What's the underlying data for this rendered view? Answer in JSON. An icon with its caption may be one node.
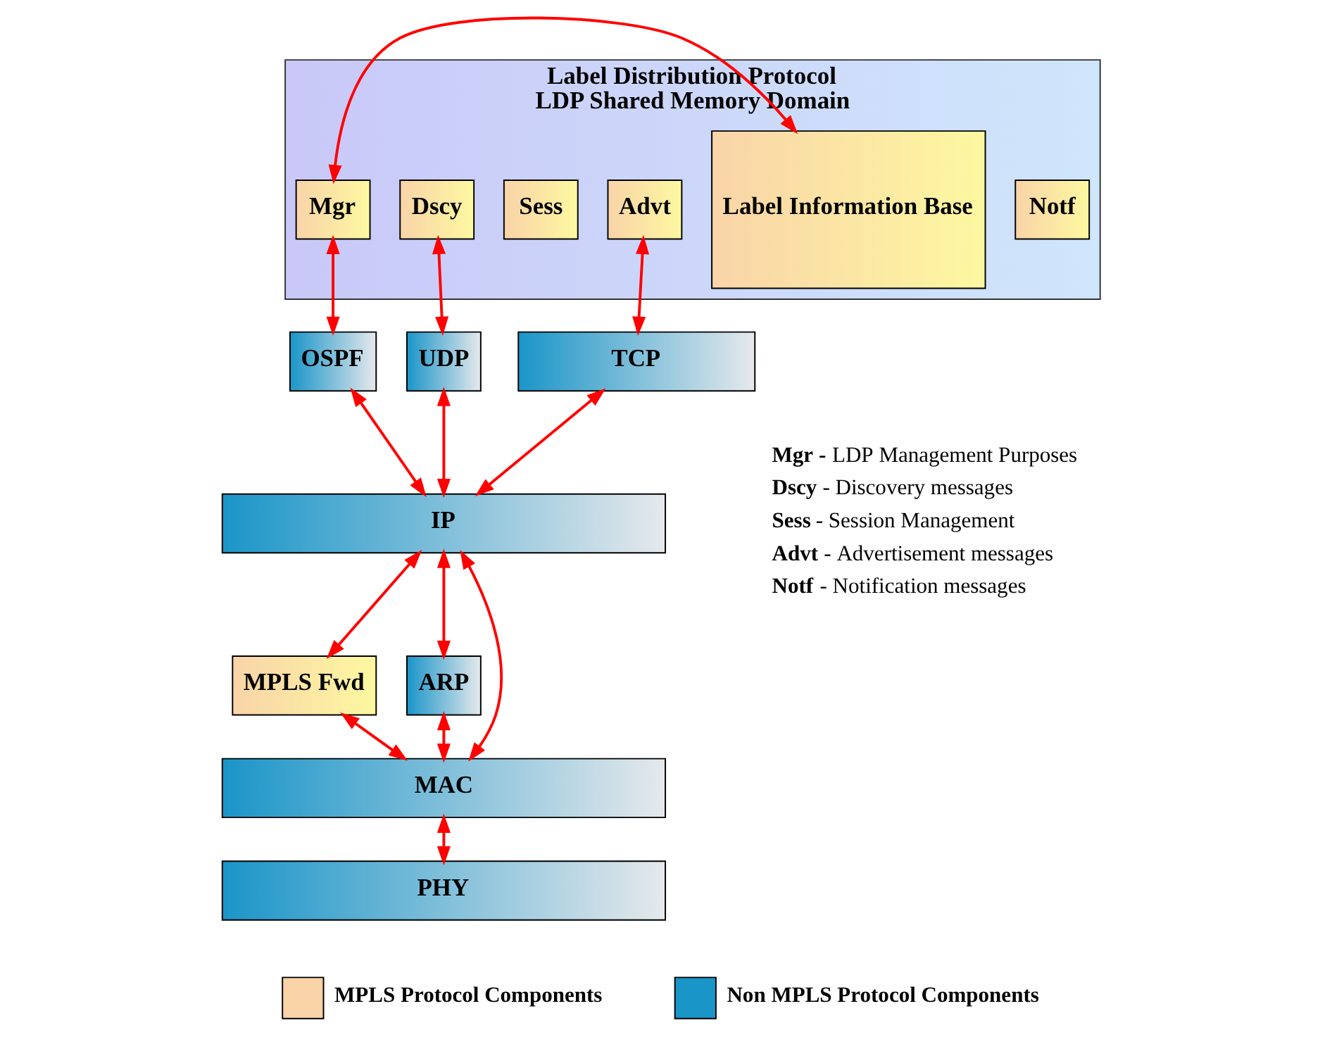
{
  "diagram": {
    "nodes": [
      {
        "text": [
          "Label Distribution Protocol",
          "LDP Shared Memory Domain"
        ]
      },
      {
        "text": [
          "Label Information Base"
        ],
        "in": 0
      },
      {
        "text": [
          "Mgr"
        ],
        "in": 0
      },
      {
        "text": [
          "Dscy"
        ],
        "in": 0
      },
      {
        "text": [
          "Sess"
        ],
        "in": 0
      },
      {
        "text": [
          "Advt"
        ],
        "in": 0
      },
      {
        "text": [
          "Notf"
        ],
        "in": 0
      },
      {
        "text": [
          "OSPF"
        ]
      },
      {
        "text": [
          "UDP"
        ]
      },
      {
        "text": [
          "TCP"
        ]
      },
      {
        "text": [
          "IP"
        ]
      },
      {
        "text": [
          "MPLS Fwd"
        ]
      },
      {
        "text": [
          "ARP"
        ]
      },
      {
        "text": [
          "MAC"
        ]
      },
      {
        "text": [
          "PHY"
        ]
      }
    ],
    "edges": [
      {
        "from": 1,
        "to": 2,
        "arrow": "both"
      },
      {
        "from": 2,
        "to": 7,
        "arrow": "both"
      },
      {
        "from": 3,
        "to": 8,
        "arrow": "both"
      },
      {
        "from": 5,
        "to": 9,
        "arrow": "both"
      },
      {
        "from": 7,
        "to": 10,
        "arrow": "both"
      },
      {
        "from": 8,
        "to": 10,
        "arrow": "both"
      },
      {
        "from": 9,
        "to": 10,
        "arrow": "both"
      },
      {
        "from": 10,
        "to": 11,
        "arrow": "both"
      },
      {
        "from": 10,
        "to": 13,
        "arrow": "both"
      },
      {
        "from": 10,
        "to": 12,
        "arrow": "both"
      },
      {
        "from": 11,
        "to": 13,
        "arrow": "both"
      },
      {
        "from": 12,
        "to": 13,
        "arrow": "both"
      },
      {
        "from": 13,
        "to": 14,
        "arrow": "both"
      }
    ],
    "labels": [
      "**Mgr -** LDP Management Purposes",
      "**Dscy** - Discovery messages",
      "**Sess** - Session Management",
      "**Advt** - Advertisement messages",
      "**Notf** - Notification messages"
    ],
    "legend": [
      {
        "text": "MPLS Protocol Components",
        "color": "#f9d4a8"
      },
      {
        "text": "Non MPLS Protocol Components",
        "color": "#1a95c8"
      }
    ]
  }
}
